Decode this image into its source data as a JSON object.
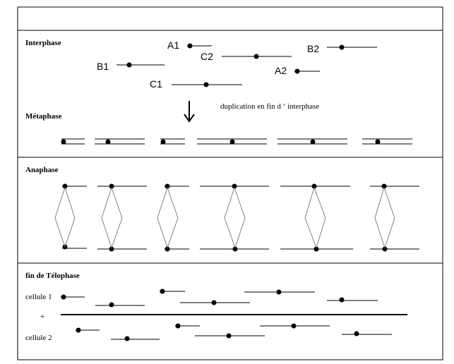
{
  "sections": {
    "interphase": "Interphase",
    "metaphase": "Métaphase",
    "anaphase": "Anaphase",
    "telophase": "fin de Télophase"
  },
  "chromosome_labels": {
    "a1": "A1",
    "a2": "A2",
    "b1": "B1",
    "b2": "B2",
    "c1": "C1",
    "c2": "C2"
  },
  "arrow_caption": "duplication en fin d ‘ interphase",
  "cells": {
    "cell1": "cellule 1",
    "plus": "+",
    "cell2": "cellule 2"
  }
}
